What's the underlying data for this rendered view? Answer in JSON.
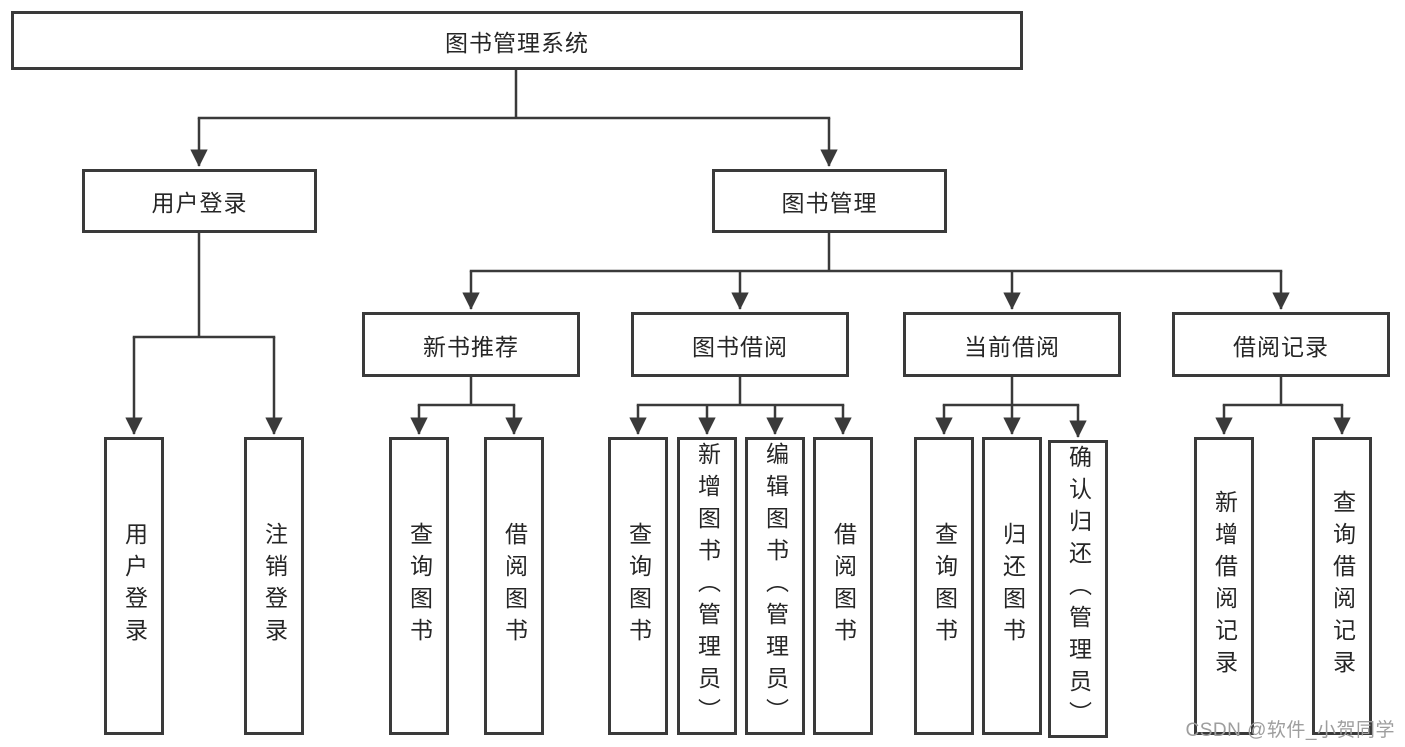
{
  "tree": {
    "root": {
      "label": "图书管理系统",
      "children": [
        {
          "label": "用户登录",
          "children": [
            {
              "label": "用户登录"
            },
            {
              "label": "注销登录"
            }
          ]
        },
        {
          "label": "图书管理",
          "children": [
            {
              "label": "新书推荐",
              "children": [
                {
                  "label": "查询图书"
                },
                {
                  "label": "借阅图书"
                }
              ]
            },
            {
              "label": "图书借阅",
              "children": [
                {
                  "label": "查询图书"
                },
                {
                  "label": "新增图书（管理员）"
                },
                {
                  "label": "编辑图书（管理员）"
                },
                {
                  "label": "借阅图书"
                }
              ]
            },
            {
              "label": "当前借阅",
              "children": [
                {
                  "label": "查询图书"
                },
                {
                  "label": "归还图书"
                },
                {
                  "label": "确认归还（管理员）"
                }
              ]
            },
            {
              "label": "借阅记录",
              "children": [
                {
                  "label": "新增借阅记录"
                },
                {
                  "label": "查询借阅记录"
                }
              ]
            }
          ]
        }
      ]
    }
  },
  "watermark": {
    "text": "CSDN @软件_小贺同学"
  },
  "colors": {
    "line": "#3a3a3a",
    "box_border": "#3a3a3a",
    "text": "#262626",
    "background": "#ffffff",
    "watermark": "#9e9e9e"
  }
}
